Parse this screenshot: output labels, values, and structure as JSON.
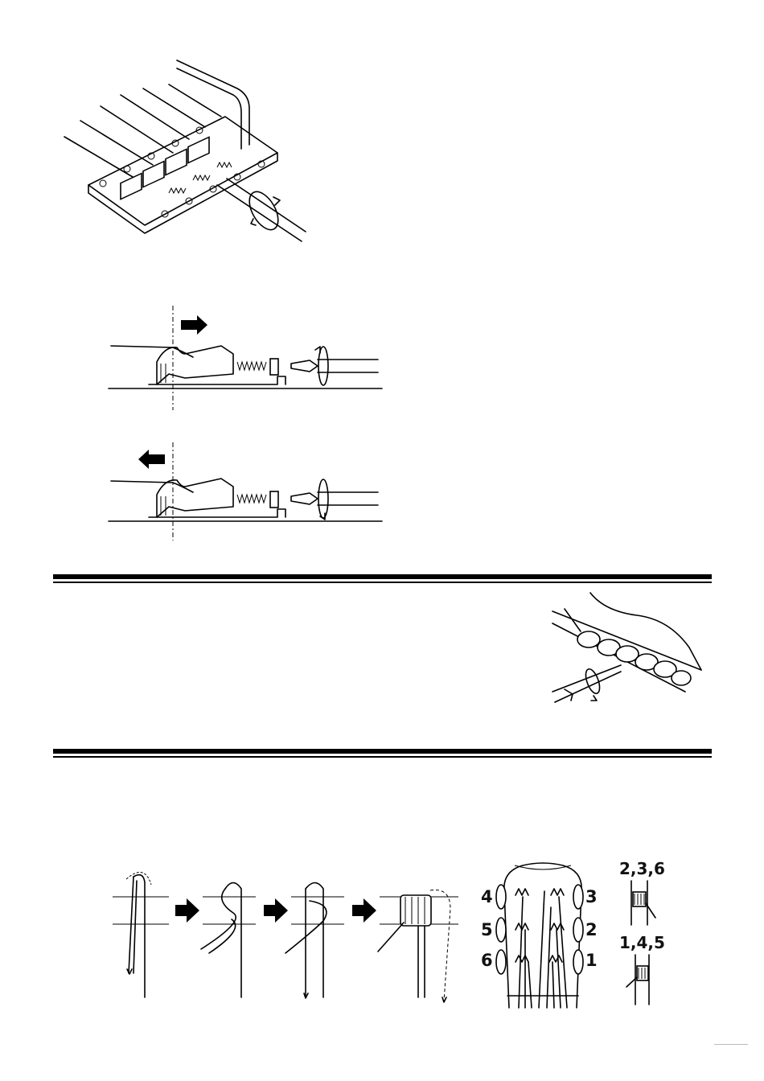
{
  "string_winding": {
    "headstock_numbers": {
      "left": [
        "4",
        "5",
        "6"
      ],
      "right": [
        "3",
        "2",
        "1"
      ]
    },
    "group_labels": [
      "2,3,6",
      "1,4,5"
    ]
  }
}
